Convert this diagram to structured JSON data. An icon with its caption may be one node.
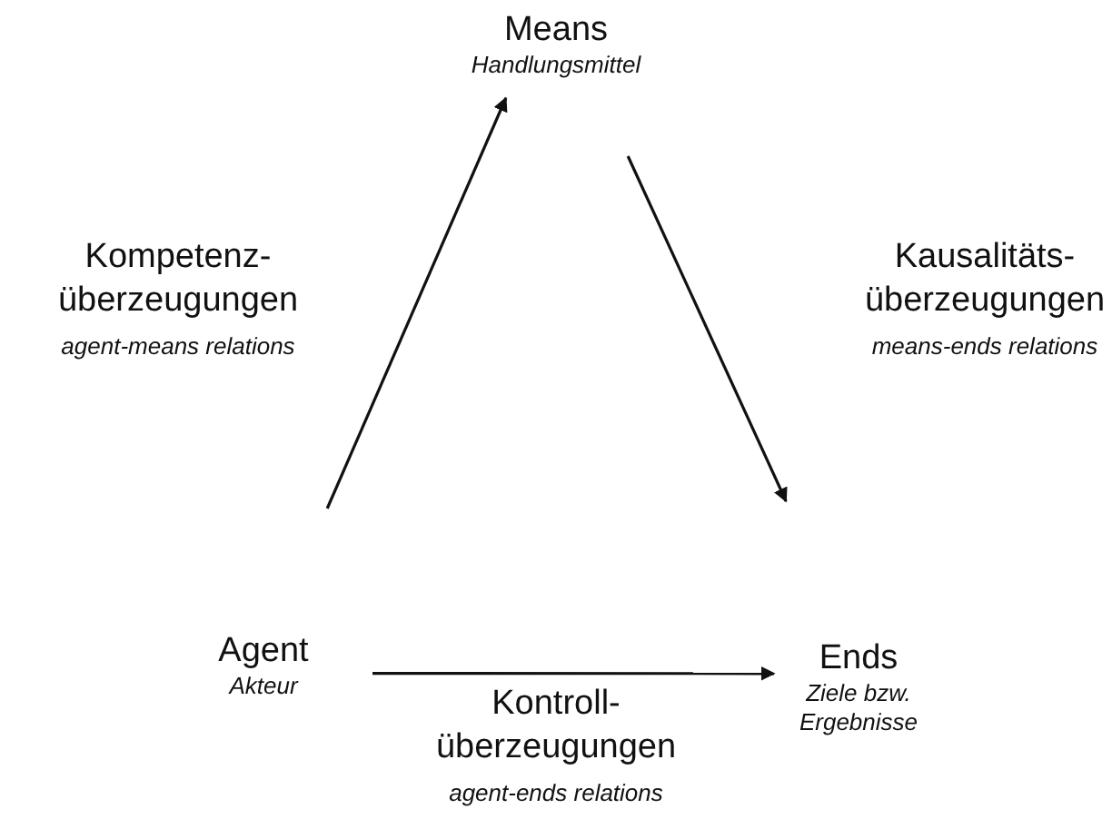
{
  "diagram": {
    "nodes": [
      {
        "text": [
          "Means",
          "Handlungsmittel"
        ]
      },
      {
        "text": [
          "Agent",
          "Akteur"
        ]
      },
      {
        "text": [
          "Ends",
          "Ziele bzw. Ergebnisse"
        ]
      }
    ],
    "edges": [
      {
        "from": 1,
        "to": 0,
        "arrow": "to"
      },
      {
        "from": 0,
        "to": 2,
        "arrow": "to"
      },
      {
        "from": 1,
        "to": 2,
        "arrow": "to"
      }
    ],
    "labels": [
      "Kompetenz- überzeugungen",
      "agent-means relations",
      "Kausalitäts- überzeugungen",
      "means-ends relations",
      "Kontroll- überzeugungen",
      "agent-ends relations"
    ]
  }
}
